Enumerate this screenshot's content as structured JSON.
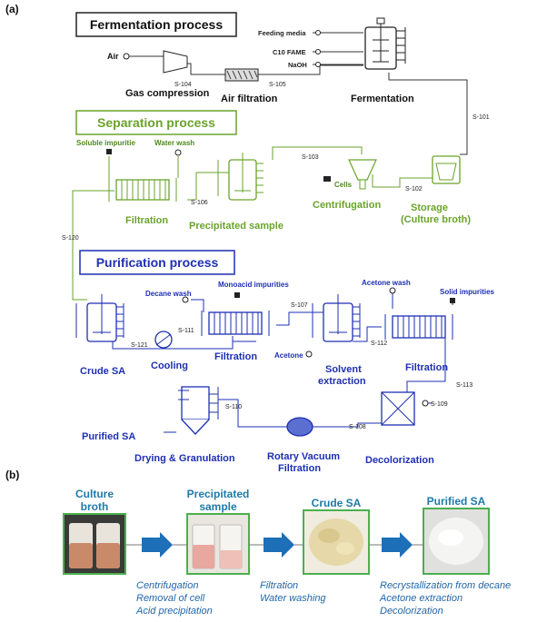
{
  "panel_labels": {
    "a": "(a)",
    "b": "(b)"
  },
  "sections": {
    "fermentation": "Fermentation process",
    "separation": "Separation process",
    "purification": "Purification process"
  },
  "inputs": {
    "air": "Air",
    "feeding_media": "Feeding media",
    "c10_fame": "C10 FAME",
    "naoh": "NaOH",
    "soluble_impurities": "Soluble impuritie",
    "water_wash": "Water wash",
    "cells": "Cells",
    "decane_wash": "Decane\nwash",
    "monoacid_impurities": "Monoacid impurities",
    "acetone_wash": "Acetone wash",
    "solid_impurities": "Solid impurities",
    "acetone": "Acetone"
  },
  "units": {
    "gas_compression": "Gas compression",
    "air_filtration": "Air filtration",
    "fermentation": "Fermentation",
    "storage_1": "Storage",
    "storage_2": "(Culture broth)",
    "centrifugation": "Centrifugation",
    "precipitated_sample": "Precipitated sample",
    "filtration_sep": "Filtration",
    "crude_sa": "Crude SA",
    "cooling": "Cooling",
    "filtration_p1": "Filtration",
    "solvent_extraction_1": "Solvent",
    "solvent_extraction_2": "extraction",
    "filtration_p2": "Filtration",
    "purified_sa": "Purified SA",
    "drying_granulation": "Drying & Granulation",
    "rotary_1": "Rotary Vacuum",
    "rotary_2": "Filtration",
    "decolorization": "Decolorization"
  },
  "streams": {
    "s101": "S-101",
    "s102": "S-102",
    "s103": "S-103",
    "s104": "S-104",
    "s105": "S-105",
    "s106": "S-106",
    "s107": "S-107",
    "s108": "S-108",
    "s109": "S-109",
    "s110": "S-110",
    "s111": "S-111",
    "s112": "S-112",
    "s113": "S-113",
    "s120": "S-120",
    "s121": "S-121"
  },
  "photos": [
    {
      "label_1": "Culture",
      "label_2": "broth",
      "color": "#c98a6a"
    },
    {
      "label_1": "Precipitated",
      "label_2": "sample",
      "color": "#e8a8a0"
    },
    {
      "label_1": "Crude SA",
      "label_2": "",
      "color": "#e6d8a8"
    },
    {
      "label_1": "Purified SA",
      "label_2": "",
      "color": "#f4f4f2"
    }
  ],
  "captions": {
    "c1": [
      "Centrifugation",
      "Removal of cell",
      "Acid precipitation"
    ],
    "c2": [
      "Filtration",
      "Water washing"
    ],
    "c3": [
      "Recrystallization from decane",
      "Acetone extraction",
      "Decolorization"
    ]
  },
  "colors": {
    "green": "#6aa32a",
    "blue": "#1e2fb3",
    "arrow": "#1d6fb8"
  }
}
